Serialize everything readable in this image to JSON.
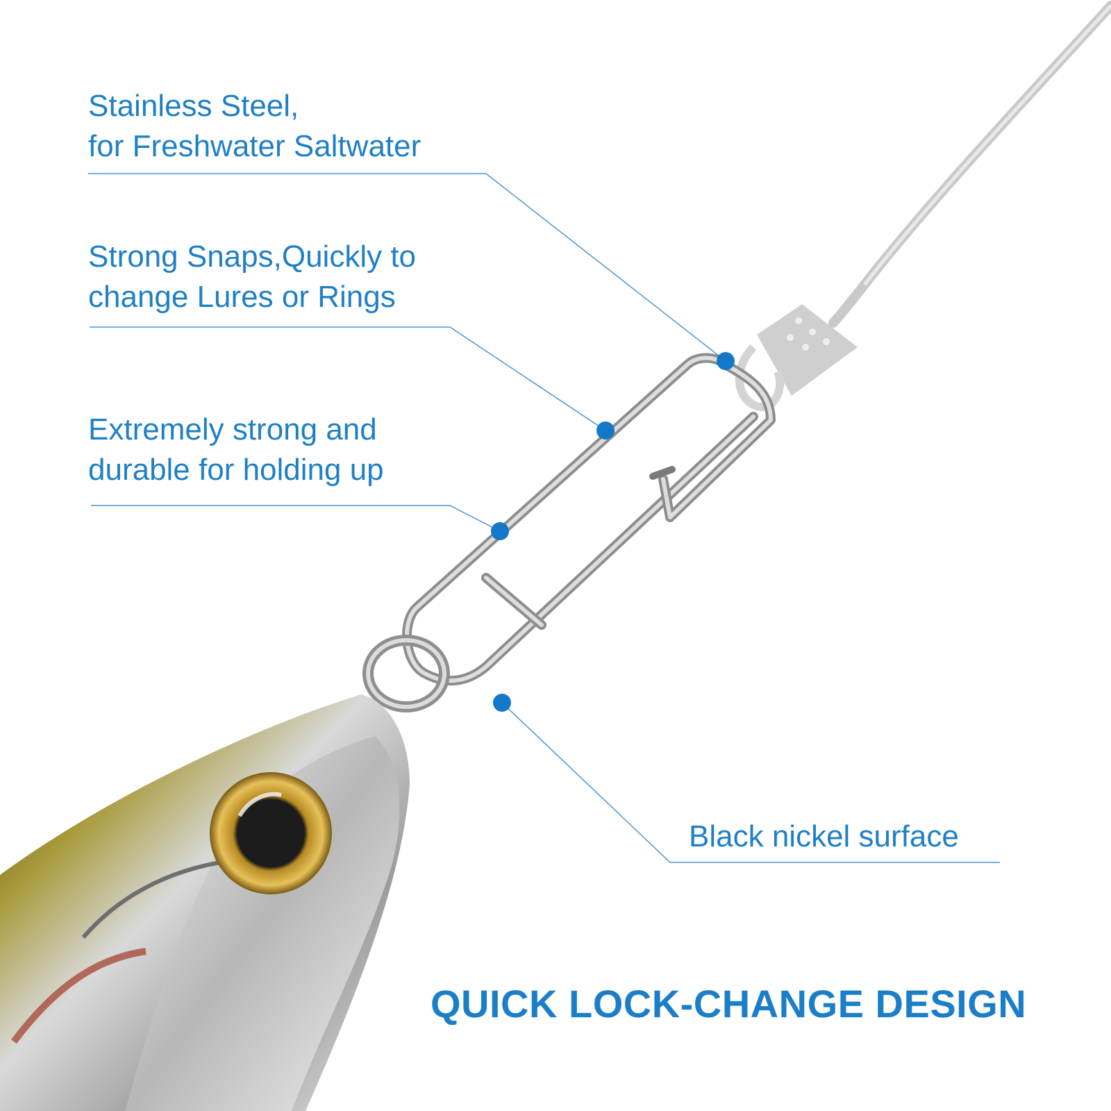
{
  "callouts": [
    {
      "text": "Stainless Steel,\nfor Freshwater Saltwater"
    },
    {
      "text": "Strong Snaps,Quickly to\nchange Lures or Rings"
    },
    {
      "text": "Extremely strong and\ndurable for holding up"
    },
    {
      "text": "Black nickel surface"
    }
  ],
  "headline": "QUICK LOCK-CHANGE DESIGN",
  "colors": {
    "accent": "#1f80c6",
    "leader_line": "#4a95cf",
    "dot": "#1478c8",
    "background": "#ffffff"
  }
}
